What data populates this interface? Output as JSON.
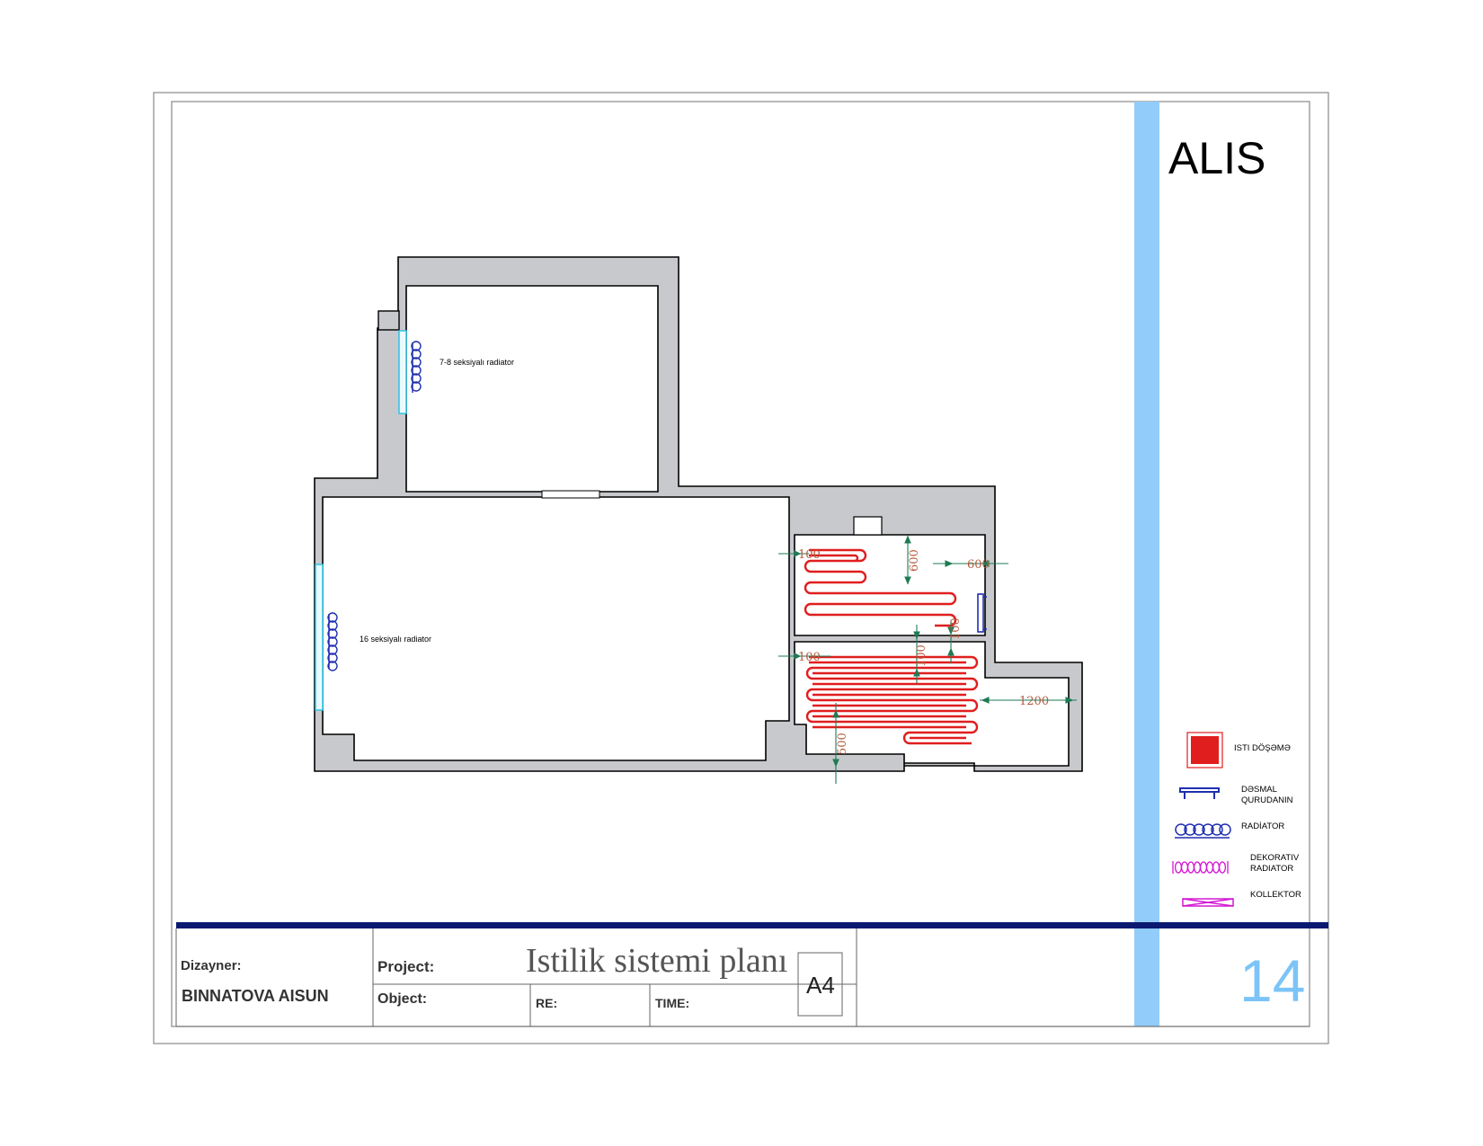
{
  "sheet": {
    "brand": "ALIS",
    "page_number": "14",
    "paper_size": "A4"
  },
  "title_block": {
    "designer_label": "Dizayner:",
    "designer_name": "BINNATOVA AISUN",
    "project_label": "Project:",
    "project_title": "Istilik sistemi planı",
    "object_label": "Object:",
    "re_label": "RE:",
    "time_label": "TIME:"
  },
  "plan": {
    "radiator_small_label": "7-8 seksiyalı radiator",
    "radiator_large_label": "16 seksiyalı radiator",
    "dimensions": {
      "d1": "100",
      "d2": "600",
      "d3": "600",
      "d4": "100",
      "d5": "100",
      "d6": "100",
      "d7": "1200",
      "d8": "500"
    }
  },
  "legend": {
    "items": [
      {
        "label": "ISTI DÖŞƏMƏ",
        "icon": "heated-floor-icon"
      },
      {
        "label": "DƏSMAL\nQURUDANIN",
        "icon": "towel-dryer-icon"
      },
      {
        "label": "RADİATOR",
        "icon": "radiator-icon"
      },
      {
        "label": "DEKORATIV\nRADIATOR",
        "icon": "decorative-radiator-icon"
      },
      {
        "label": "KOLLEKTOR",
        "icon": "collector-icon"
      }
    ]
  },
  "colors": {
    "wall_fill": "#c8c9cc",
    "heating_pipe": "#e01e1e",
    "radiator": "#1f2fb0",
    "decorative_radiator": "#d418d4",
    "dimension_line": "#1e7a55",
    "dimension_text": "#b45a3c",
    "accent_strip": "#92ccfa",
    "title_rule": "#0b1a70",
    "page_number": "#7cc4f7",
    "window": "#2ec4e6"
  }
}
